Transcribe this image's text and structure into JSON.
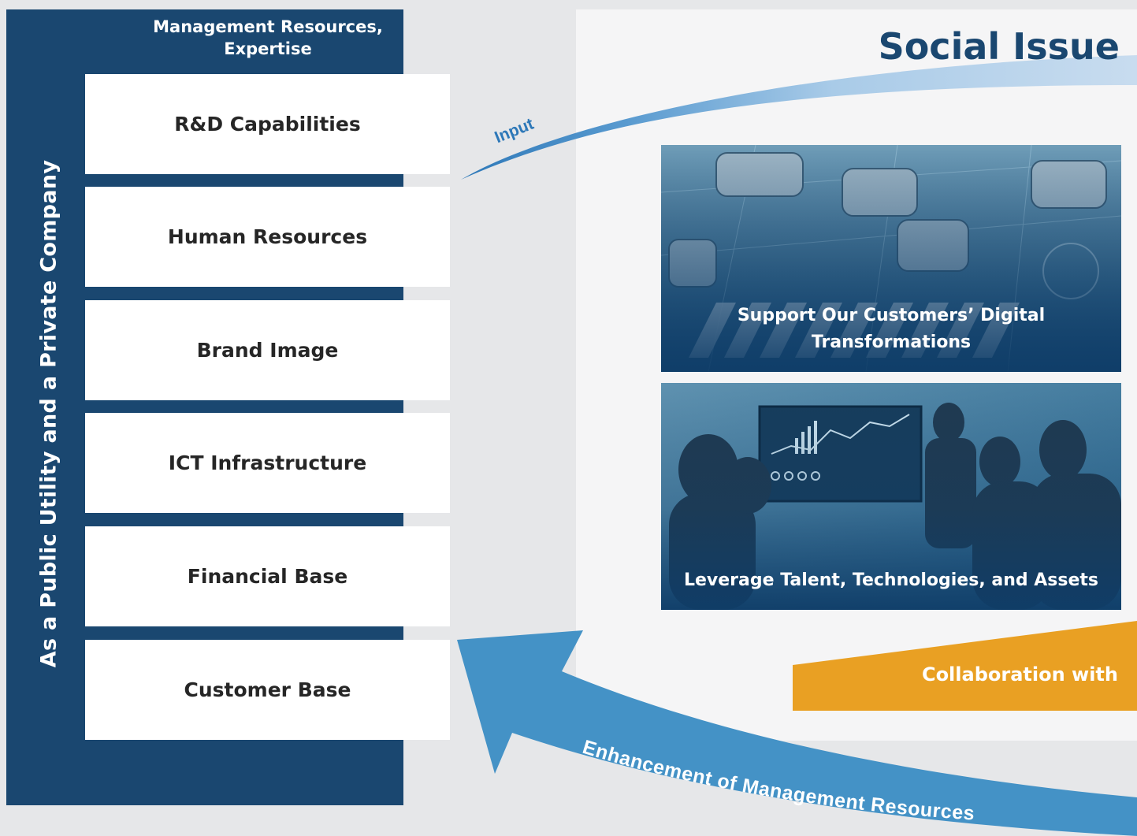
{
  "side_label": "As a Public Utility and a Private Company",
  "mgmt_header": {
    "line1": "Management Resources,",
    "line2": "Expertise"
  },
  "resources": [
    "R&D Capabilities",
    "Human Resources",
    "Brand Image",
    "ICT Infrastructure",
    "Financial Base",
    "Customer Base"
  ],
  "social_issue": "Social Issue",
  "input_label": "Input",
  "cards": [
    {
      "line1": "Support Our Customers’ Digital",
      "line2": "Transformations"
    },
    {
      "line1": "Leverage Talent, Technologies, and Assets"
    }
  ],
  "collaboration_label": "Collaboration with",
  "enhancement_label": "Enhancement of Management Resources",
  "colors": {
    "navy": "#1a4770",
    "arrow_blue": "#4492c6",
    "light_blue": "#b8d4ea",
    "orange": "#e9a023",
    "background": "#e6e7e9"
  }
}
